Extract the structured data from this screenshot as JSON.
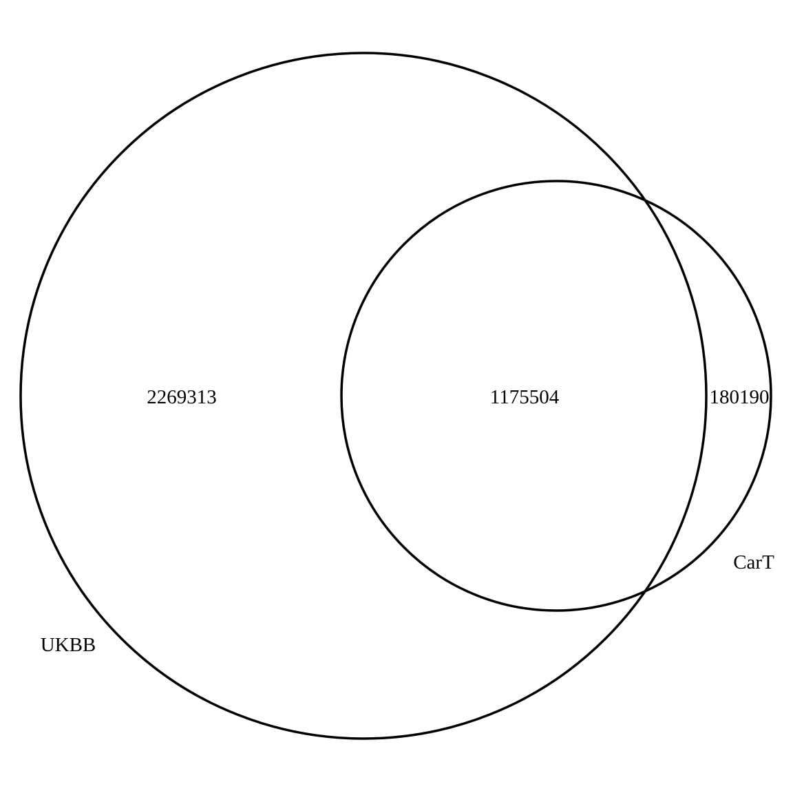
{
  "diagram": {
    "type": "venn",
    "sets": [
      {
        "key": "ukbb",
        "label": "UKBB"
      },
      {
        "key": "cart",
        "label": "CarT"
      }
    ],
    "regions": {
      "ukbb_only": "2269313",
      "intersection": "1175504",
      "cart_only": "180190"
    }
  }
}
